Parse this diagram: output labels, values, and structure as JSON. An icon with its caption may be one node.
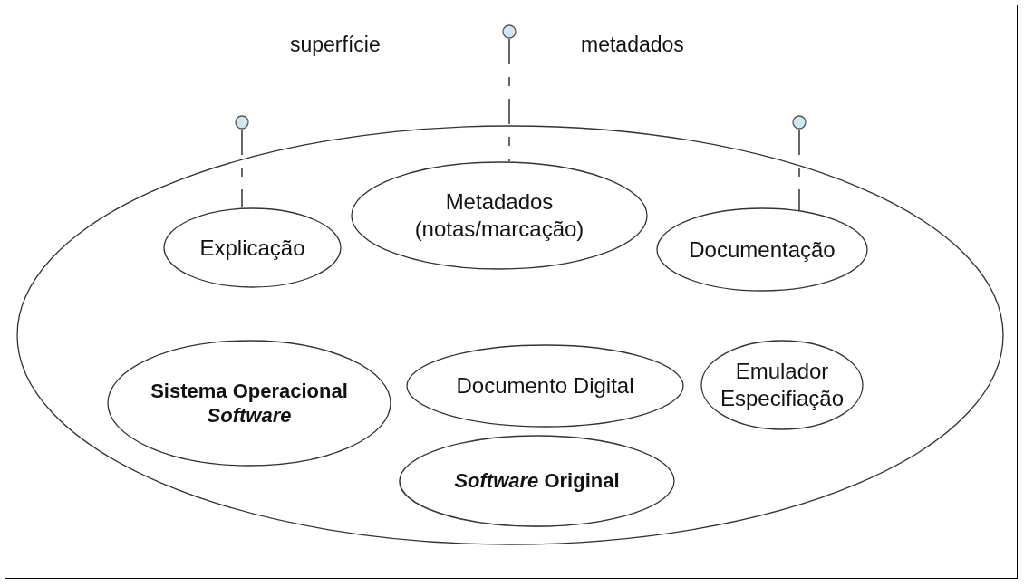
{
  "diagram": {
    "nodes": [
      {
        "text": [],
        "shape": "circle"
      },
      {
        "text": [],
        "shape": "ellipse"
      },
      {
        "text": [],
        "shape": "circle"
      },
      {
        "text": [],
        "shape": "circle"
      },
      {
        "text": [
          "Explicação"
        ],
        "in": 1
      },
      {
        "text": [
          "Metadados (notas/marcação)"
        ],
        "in": 1
      },
      {
        "text": [
          "Documentação"
        ],
        "in": 1
      },
      {
        "text": [
          "Sistema Operacional *Software*"
        ],
        "in": 1
      },
      {
        "text": [
          "Documento Digital"
        ],
        "in": 1
      },
      {
        "text": [
          "Emulador Especifiação"
        ],
        "in": 1
      },
      {
        "text": [
          "*Software* Original"
        ],
        "in": 1
      }
    ],
    "edges": [
      {
        "from": 0,
        "to": 5,
        "arrow": "none",
        "style": "dashed"
      },
      {
        "from": 2,
        "to": 4,
        "arrow": "none",
        "style": "dashed"
      },
      {
        "from": 3,
        "to": 6,
        "arrow": "none",
        "style": "dashed"
      }
    ],
    "labels": [
      "superfície",
      "metadados"
    ]
  }
}
